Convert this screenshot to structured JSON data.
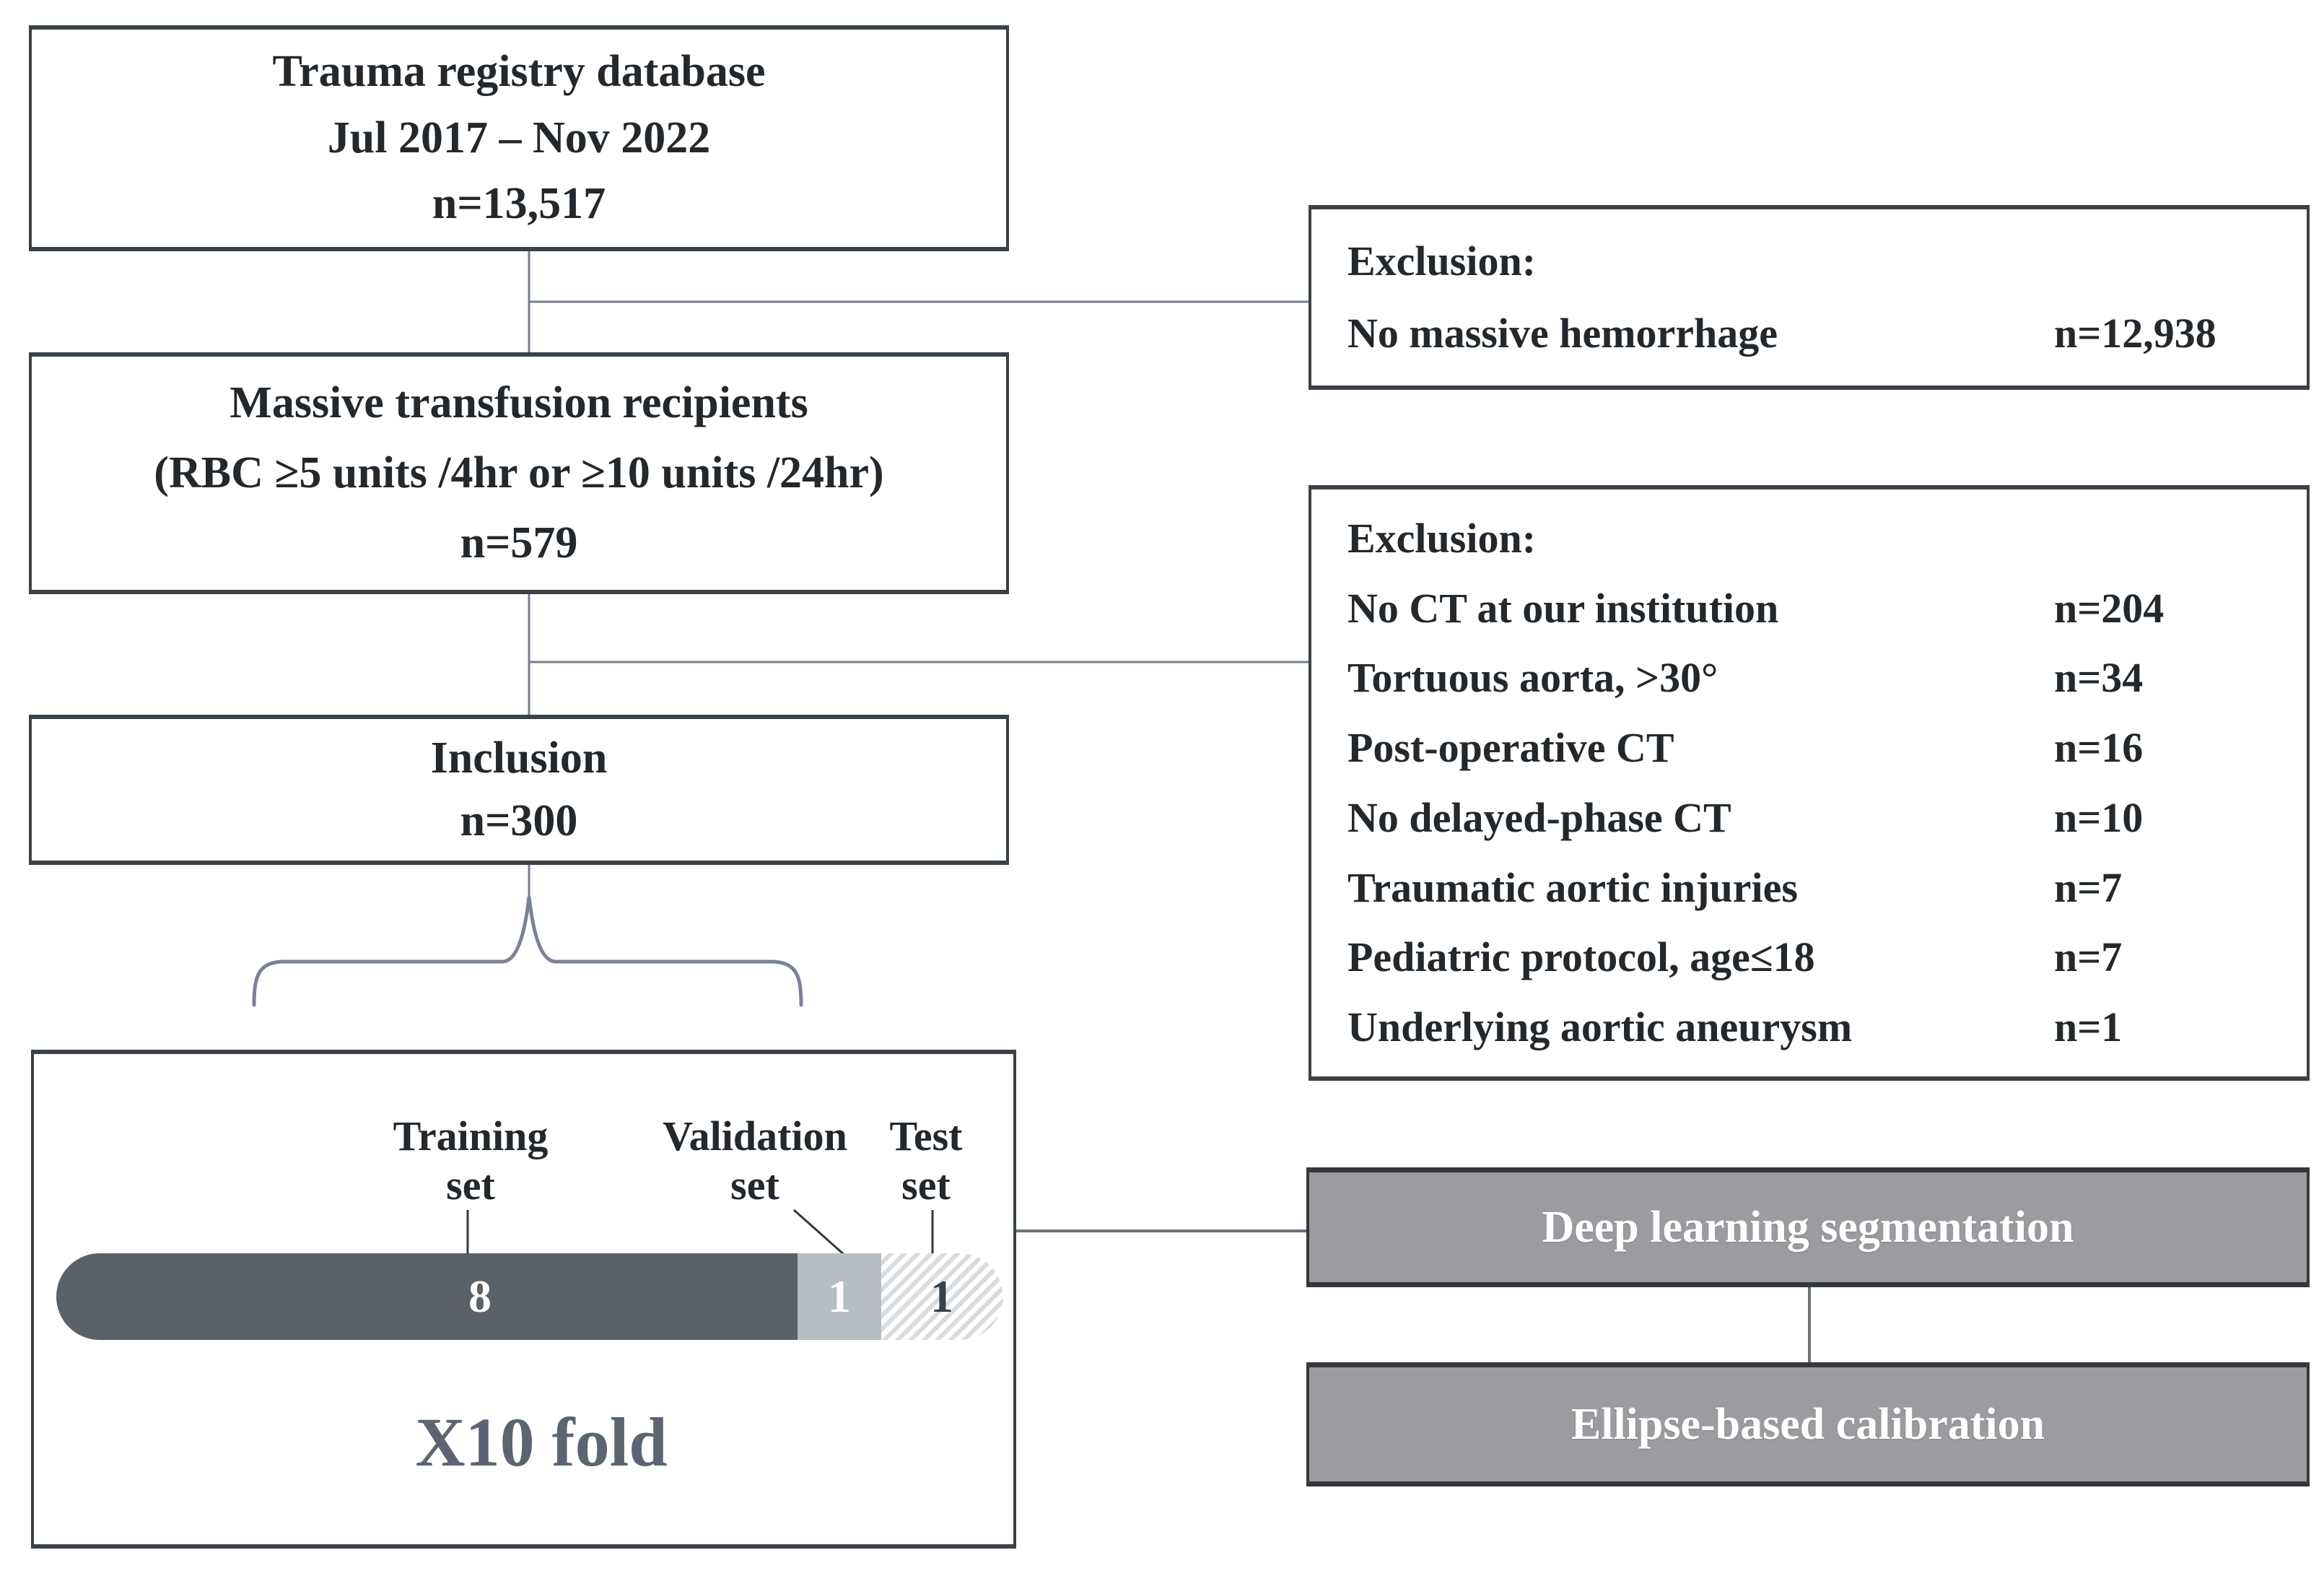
{
  "colors": {
    "box_border": "#3a4147",
    "text": "#23282c",
    "connector_line": "#767d8b",
    "leader_line": "#33393f",
    "brace": "#7b8294",
    "bar_training": "#596169",
    "bar_validation": "#b5bec2",
    "bar_test_stripe": "#d8dcdf",
    "process_fill": "#9c9ca0",
    "process_text": "#ffffff",
    "fold_text": "#5b6470"
  },
  "left_column": {
    "registry_box": {
      "lines": [
        "Trauma registry database",
        "Jul 2017 – Nov 2022",
        "n=13,517"
      ]
    },
    "transfusion_box": {
      "lines": [
        "Massive transfusion recipients",
        "(RBC ≥5 units /4hr or ≥10 units /24hr)",
        "n=579"
      ]
    },
    "inclusion_box": {
      "lines": [
        "Inclusion",
        "n=300"
      ]
    },
    "split_box": {
      "training_label": [
        "Training",
        "set"
      ],
      "validation_label": [
        "Validation",
        "set"
      ],
      "test_label": [
        "Test",
        "set"
      ],
      "bar": {
        "training": "8",
        "validation": "1",
        "test": "1",
        "training_folds": 8,
        "validation_folds": 1,
        "test_folds": 1
      },
      "caption": "X10 fold"
    }
  },
  "right_column": {
    "exclusion_box_1": {
      "title": "Exclusion:",
      "items": [
        {
          "label": "No massive hemorrhage",
          "n": "n=12,938"
        }
      ]
    },
    "exclusion_box_2": {
      "title": "Exclusion:",
      "items": [
        {
          "label": "No CT at our institution",
          "n": "n=204"
        },
        {
          "label": "Tortuous aorta, >30°",
          "n": "n=34"
        },
        {
          "label": "Post-operative CT",
          "n": "n=16"
        },
        {
          "label": "No delayed-phase CT",
          "n": "n=10"
        },
        {
          "label": "Traumatic aortic injuries",
          "n": "n=7"
        },
        {
          "label": "Pediatric protocol, age≤18",
          "n": "n=7"
        },
        {
          "label": "Underlying aortic aneurysm",
          "n": "n=1"
        }
      ]
    },
    "process_box_1": {
      "label": "Deep learning segmentation"
    },
    "process_box_2": {
      "label": "Ellipse-based calibration"
    }
  }
}
